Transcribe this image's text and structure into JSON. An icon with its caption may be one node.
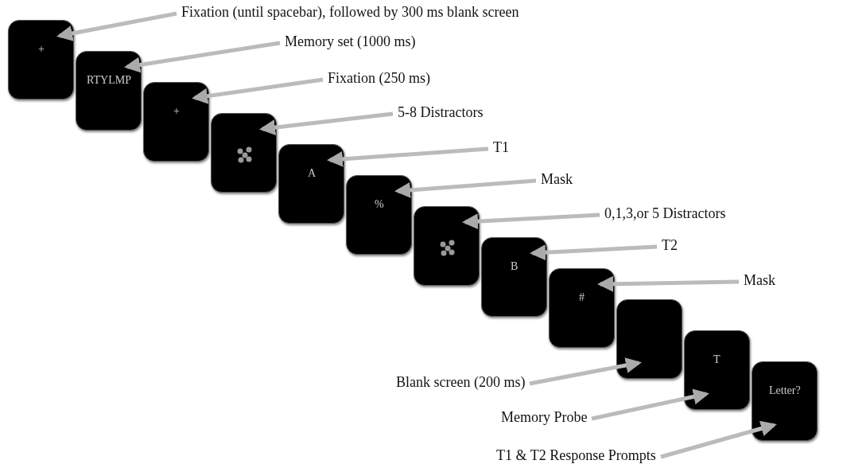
{
  "diagram": {
    "nodes": [
      {
        "text": [
          "+"
        ]
      },
      {
        "text": [
          "RTYLMP"
        ]
      },
      {
        "text": [
          "+"
        ]
      },
      {
        "text": [],
        "shape": "picture"
      },
      {
        "text": [
          "A"
        ]
      },
      {
        "text": [
          "%"
        ]
      },
      {
        "text": [],
        "shape": "picture"
      },
      {
        "text": [
          "B"
        ]
      },
      {
        "text": [
          "#"
        ]
      },
      {
        "text": [],
        "shape": "box"
      },
      {
        "text": [
          "T"
        ]
      },
      {
        "text": [
          "Letter?"
        ]
      },
      {
        "text": [
          "Fixation (until spacebar), followed by 300 ms blank screen"
        ]
      },
      {
        "text": [
          "Memory set (1000 ms)"
        ]
      },
      {
        "text": [
          "Fixation (250 ms)"
        ]
      },
      {
        "text": [
          "5-8 Distractors"
        ]
      },
      {
        "text": [
          "T1"
        ]
      },
      {
        "text": [
          "Mask"
        ]
      },
      {
        "text": [
          "0,1,3,or 5 Distractors"
        ]
      },
      {
        "text": [
          "T2"
        ]
      },
      {
        "text": [
          "Mask"
        ]
      },
      {
        "text": [
          "Blank screen (200 ms)"
        ]
      },
      {
        "text": [
          "Memory Probe"
        ]
      },
      {
        "text": [
          "T1 & T2 Response Prompts"
        ]
      }
    ],
    "edges": [
      {
        "from": 12,
        "to": 0,
        "arrow": "to"
      },
      {
        "from": 13,
        "to": 1,
        "arrow": "to"
      },
      {
        "from": 14,
        "to": 2,
        "arrow": "to"
      },
      {
        "from": 15,
        "to": 3,
        "arrow": "to"
      },
      {
        "from": 16,
        "to": 4,
        "arrow": "to"
      },
      {
        "from": 17,
        "to": 5,
        "arrow": "to"
      },
      {
        "from": 18,
        "to": 6,
        "arrow": "to"
      },
      {
        "from": 19,
        "to": 7,
        "arrow": "to"
      },
      {
        "from": 20,
        "to": 8,
        "arrow": "to"
      },
      {
        "from": 21,
        "to": 9,
        "arrow": "to"
      },
      {
        "from": 22,
        "to": 10,
        "arrow": "to"
      },
      {
        "from": 23,
        "to": 11,
        "arrow": "to"
      }
    ]
  }
}
